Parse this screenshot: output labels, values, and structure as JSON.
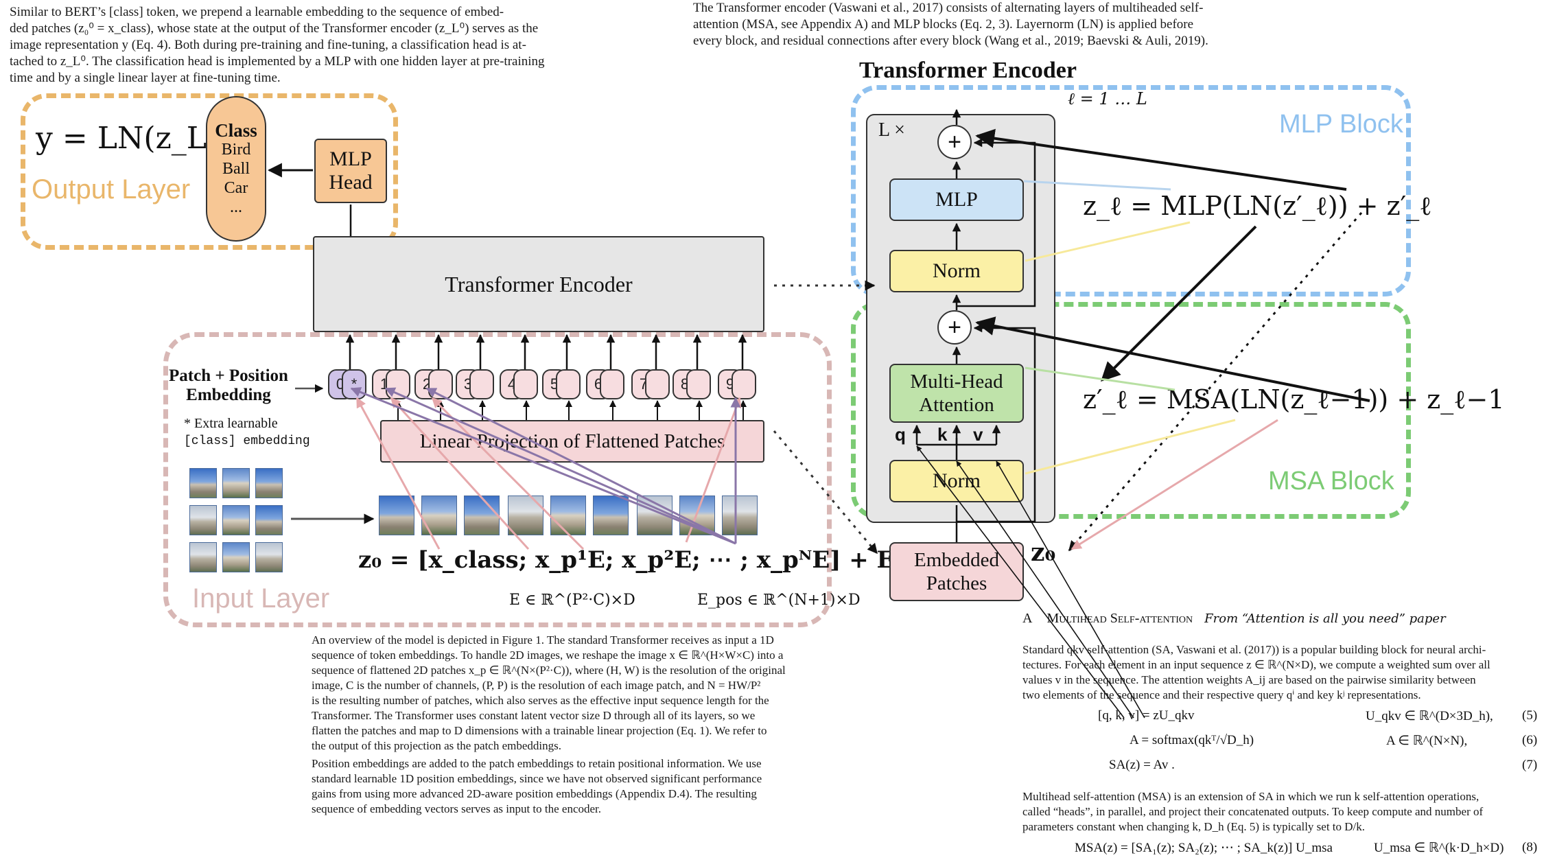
{
  "top_left_text": [
    "Similar to BERT’s [class] token, we prepend a learnable embedding to the sequence of embed-",
    "ded patches (z₀⁰ = x_class), whose state at the output of the Transformer encoder (z_L⁰) serves as the",
    "image representation y (Eq. 4). Both during pre-training and fine-tuning, a classification head is at-",
    "tached to z_L⁰. The classification head is implemented by a MLP with one hidden layer at pre-training",
    "time and by a single linear layer at fine-tuning time."
  ],
  "top_right_text": [
    "The Transformer encoder (Vaswani et al., 2017) consists of alternating layers of multiheaded self-",
    "attention (MSA, see Appendix A) and MLP blocks (Eq. 2, 3).  Layernorm (LN) is applied before",
    "every block, and residual connections after every block (Wang et al., 2019; Baevski & Auli, 2019)."
  ],
  "left_diagram": {
    "output_eq": "y = LN(z_L⁰)",
    "output_layer_label": "Output Layer",
    "class_box": {
      "title": "Class",
      "items": [
        "Bird",
        "Ball",
        "Car",
        "..."
      ]
    },
    "mlp_head": [
      "MLP",
      "Head"
    ],
    "transformer_encoder": "Transformer Encoder",
    "patch_pos_label": [
      "Patch + Position",
      "Embedding"
    ],
    "extra_note": [
      "* Extra learnable",
      "[class] embedding"
    ],
    "patch_tokens": [
      "0",
      "1",
      "2",
      "3",
      "4",
      "5",
      "6",
      "7",
      "8",
      "9"
    ],
    "class_star": "*",
    "linear_projection": "Linear Projection of Flattened Patches",
    "z0_eq": "z₀ = [x_class; x_p¹E; x_p²E; ⋯ ; x_pᴺE] + E_pos",
    "E_def": "E ∈ ℝ^(P²·C)×D",
    "Epos_def": "E_pos ∈ ℝ^(N+1)×D",
    "input_layer_label": "Input Layer"
  },
  "right_diagram": {
    "title": "Transformer Encoder",
    "layer_range": "ℓ = 1 … L",
    "lx": "L ×",
    "plus": "+",
    "mlp": "MLP",
    "norm": "Norm",
    "mha": [
      "Multi-Head",
      "Attention"
    ],
    "qkv": [
      "q",
      "k",
      "v"
    ],
    "embedded_patches": [
      "Embedded",
      "Patches"
    ],
    "z0_label": "z₀",
    "mlp_block_label": "MLP Block",
    "msa_block_label": "MSA Block",
    "eq_mlp": "z_ℓ = MLP(LN(z′_ℓ)) + z′_ℓ",
    "eq_msa": "z′_ℓ = MSA(LN(z_ℓ−1)) + z_ℓ−1"
  },
  "appendix": {
    "heading_letter": "A",
    "heading_title": "Multihead Self-attention",
    "heading_note": "From “Attention is all you need” paper",
    "para1": [
      "Standard qkv self-attention (SA, Vaswani et al. (2017)) is a popular building block for neural archi-",
      "tectures. For each element in an input sequence z ∈ ℝ^(N×D), we compute a weighted sum over all",
      "values v in the sequence. The attention weights A_ij are based on the pairwise similarity between",
      "two elements of the sequence and their respective query qⁱ and key kʲ representations."
    ],
    "equations": [
      {
        "lhs": "[q, k, v] = zU_qkv",
        "rhs": "U_qkv ∈ ℝ^(D×3D_h),",
        "num": "(5)"
      },
      {
        "lhs": "A = softmax(qkᵀ/√D_h)",
        "rhs": "A ∈ ℝ^(N×N),",
        "num": "(6)"
      },
      {
        "lhs": "SA(z) = Av .",
        "rhs": "",
        "num": "(7)"
      }
    ],
    "para2": [
      "Multihead self-attention (MSA) is an extension of SA in which we run k self-attention operations,",
      "called “heads”, in parallel, and project their concatenated outputs. To keep compute and number of",
      "parameters constant when changing k, D_h (Eq. 5) is typically set to D/k."
    ],
    "eq8": {
      "lhs": "MSA(z) = [SA₁(z); SA₂(z); ⋯ ; SA_k(z)] U_msa",
      "rhs": "U_msa ∈ ℝ^(k·D_h×D)",
      "num": "(8)"
    }
  },
  "bottom_mid_text": {
    "para1": [
      "An overview of the model is depicted in Figure 1. The standard Transformer receives as input a 1D",
      "sequence of token embeddings. To handle 2D images, we reshape the image x ∈ ℝ^(H×W×C) into a",
      "sequence of flattened 2D patches x_p ∈ ℝ^(N×(P²·C)), where (H, W) is the resolution of the original",
      "image, C is the number of channels, (P, P) is the resolution of each image patch, and N = HW/P²",
      "is the resulting number of patches, which also serves as the effective input sequence length for the",
      "Transformer. The Transformer uses constant latent vector size D through all of its layers, so we",
      "flatten the patches and map to D dimensions with a trainable linear projection (Eq. 1). We refer to",
      "the output of this projection as the patch embeddings."
    ],
    "para2": [
      "Position embeddings are added to the patch embeddings to retain positional information. We use",
      "standard learnable 1D position embeddings, since we have not observed significant performance",
      "gains from using more advanced 2D-aware position embeddings (Appendix D.4). The resulting",
      "sequence of embedding vectors serves as input to the encoder."
    ]
  },
  "colors": {
    "output_dash": "#e9b66a",
    "input_dash": "#d8b7b5",
    "mlp_dash": "#8fc1ef",
    "msa_dash": "#7ccb74",
    "class_fill": "#f7c795",
    "mlp_fill": "#cce3f6",
    "norm_fill": "#fbf0a6",
    "mha_fill": "#bfe3aa",
    "embedded_fill": "#f5d6d8",
    "encoder_fill": "#e6e6e6"
  }
}
